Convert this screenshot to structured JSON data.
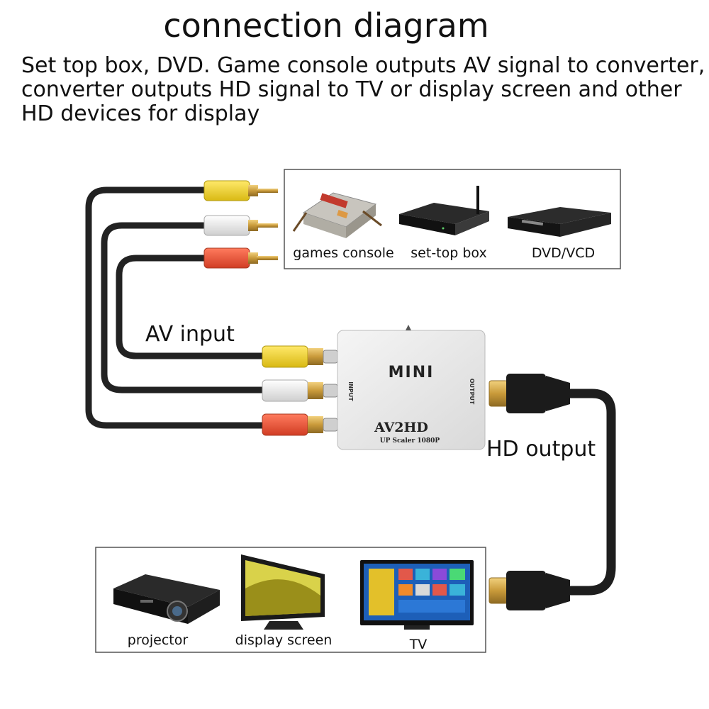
{
  "title": "connection diagram",
  "subtitle": "Set top box, DVD. Game console outputs AV signal to converter, converter outputs HD signal to TV or display screen and other HD devices for display",
  "labels": {
    "av_input": "AV input",
    "hd_output": "HD output"
  },
  "converter": {
    "brand": "MINI",
    "model": "AV2HD",
    "tagline": "UP Scaler 1080P",
    "input_port": "INPUT",
    "output_port": "OUTPUT"
  },
  "sources": [
    {
      "label": "games console",
      "icon": "game-console-icon"
    },
    {
      "label": "set-top box",
      "icon": "set-top-box-icon"
    },
    {
      "label": "DVD/VCD",
      "icon": "dvd-player-icon"
    }
  ],
  "displays": [
    {
      "label": "projector",
      "icon": "projector-icon"
    },
    {
      "label": "display screen",
      "icon": "monitor-icon"
    },
    {
      "label": "TV",
      "icon": "tv-icon"
    }
  ],
  "colors": {
    "rca_yellow": "#f2d530",
    "rca_white": "#f4f4f4",
    "rca_red": "#e8543c",
    "cable": "#222222",
    "converter_body": "#ececec",
    "gold": "#d1a64a"
  }
}
